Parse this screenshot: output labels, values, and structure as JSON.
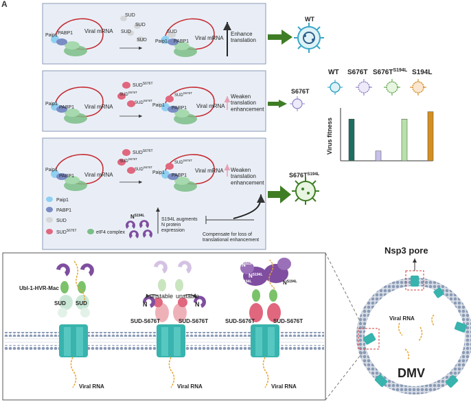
{
  "figure": {
    "panel_letter": "A",
    "colors": {
      "panel_fill": "#e9eef6",
      "panel_stroke": "#8a9ab7",
      "arrow_green": "#3f7d25",
      "sud": "#d4d6d8",
      "sud_mutant": "#e0677e",
      "paip1": "#8fd0f2",
      "pabp1": "#7a8cc4",
      "eif4": "#7bbd86",
      "mrna": "#c62c33",
      "n_protein": "#7f4ea0",
      "nsp3_body": "#38b3ad",
      "bar_wt": "#1d6e63",
      "bar_s676t": "#c6c1ea",
      "bar_s676t_s194l": "#b7e1a9",
      "bar_s194l": "#d38e22"
    },
    "row1": {
      "viral_mrna_left": "Viral mRNA",
      "viral_mrna_right": "Viral mRNA",
      "paip1": "Paip1",
      "pabp1": "PABP1",
      "sud_a": "SUD",
      "sud_b": "SUD",
      "sud_c": "SUD",
      "sud_d": "SUD",
      "sud_bound": "SUD",
      "effect": "Enhance\ntranslation",
      "virus_label": "WT"
    },
    "row2": {
      "viral_mrna_left": "Viral mRNA",
      "viral_mrna_right": "Viral mRNA",
      "paip1": "Paip1",
      "pabp1": "PABP1",
      "sud_mut": "SUD",
      "sud_mut_sup": "S676T",
      "effect": "Weaken\ntranslation\nenhancement",
      "virus_label": "S676T"
    },
    "row3": {
      "viral_mrna_left": "Viral mRNA",
      "viral_mrna_right": "Viral mRNA",
      "paip1": "Paip1",
      "pabp1": "PABP1",
      "sud_mut": "SUD",
      "sud_mut_sup": "S676T",
      "effect": "Weaken\ntranslation\nenhancement",
      "virus_label": "S676T",
      "virus_label_sup": "S194L",
      "n_label": "N",
      "n_label_sup": "S194L",
      "augment_text": "S194L augments\nN protein\nexpression",
      "compensate_text": "Compensate for loss of\ntranslational enhancement"
    },
    "legend": [
      {
        "label": "Paip1",
        "sup": "",
        "color": "#8fd0f2"
      },
      {
        "label": "PABP1",
        "sup": "",
        "color": "#7a8cc4"
      },
      {
        "label": "SUD",
        "sup": "",
        "color": "#d4d6d8"
      },
      {
        "label": "SUD",
        "sup": "S676T",
        "color": "#e0677e"
      },
      {
        "label": "eIF4 complex",
        "sup": "",
        "color": "#7bbd86"
      }
    ],
    "fitness_chart": {
      "ylabel": "Virus fitness",
      "legend_labels": [
        "WT",
        "S676T",
        "S676T",
        "S194L"
      ],
      "legend_sup": [
        "",
        "",
        "S194L",
        ""
      ]
    },
    "bottom": {
      "ubl_label": "Ubl-1-HVR-Mac",
      "sud_wt_1": "SUD",
      "sud_wt_2": "SUD",
      "n": "N",
      "unstable_1": "unstable",
      "unstable_2": "unstable",
      "sud_s676t_1": "SUD-S676T",
      "sud_s676t_2": "SUD-S676T",
      "sud_s676t_3": "SUD-S676T",
      "sud_s676t_4": "SUD-S676T",
      "n_s194l": "N",
      "n_s194l_sup": "S194L",
      "viral_rna_1": "Viral RNA",
      "viral_rna_2": "Viral RNA",
      "viral_rna_3": "Viral RNA",
      "nsp3_pore": "Nsp3 pore",
      "dmv_viral_rna": "Viral RNA",
      "dmv": "DMV"
    }
  },
  "chart_data": {
    "type": "bar",
    "categories": [
      "WT",
      "S676T",
      "S676T S194L",
      "S194L"
    ],
    "values": [
      0.85,
      0.2,
      0.85,
      1.0
    ],
    "colors": [
      "#1d6e63",
      "#c6c1ea",
      "#b7e1a9",
      "#d38e22"
    ],
    "title": "",
    "xlabel": "",
    "ylabel": "Virus fitness",
    "ylim": [
      0,
      1.05
    ]
  }
}
